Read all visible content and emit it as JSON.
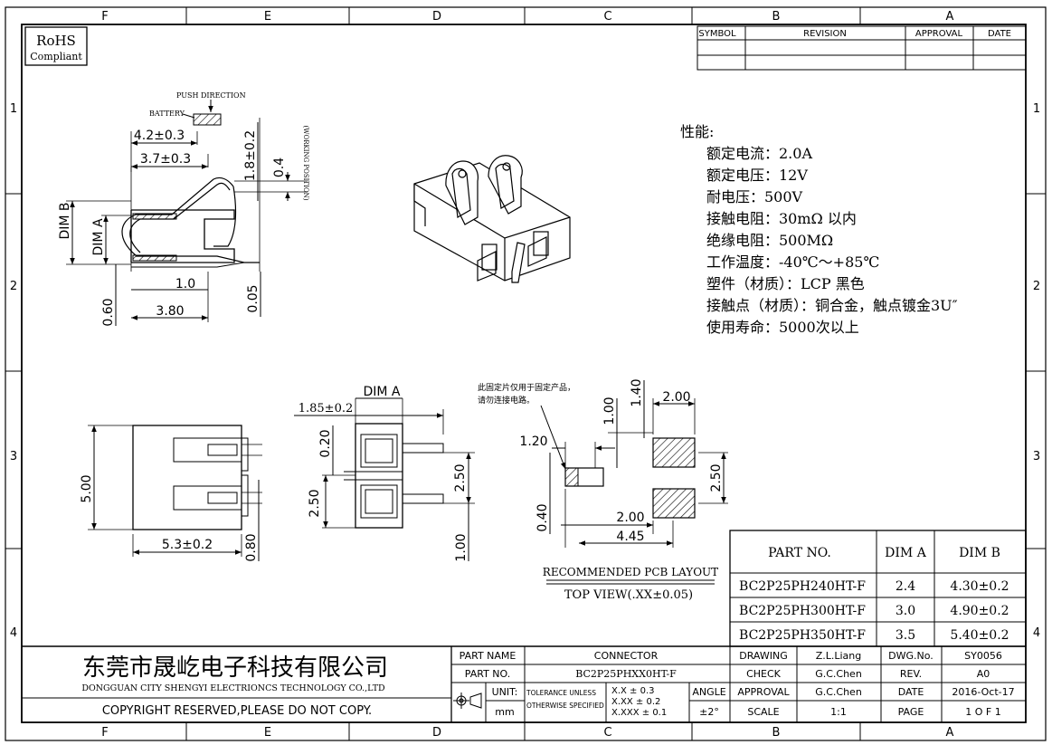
{
  "border": {
    "cols_top": [
      "F",
      "E",
      "D",
      "C",
      "B",
      "A"
    ],
    "cols_bottom": [
      "F",
      "E",
      "D",
      "C",
      "B",
      "A"
    ],
    "rows_left": [
      "1",
      "2",
      "3",
      "4"
    ],
    "rows_right": [
      "1",
      "2",
      "3",
      "4"
    ]
  },
  "rohs": {
    "line1": "RoHS",
    "line2": "Compliant"
  },
  "revision_header": {
    "symbol": "SYMBOL",
    "revision": "REVISION",
    "approval": "APPROVAL",
    "date": "DATE"
  },
  "side_view": {
    "push_direction": "PUSH DIRECTION",
    "battery": "BATTERY",
    "dim_42": "4.2±0.3",
    "dim_37": "3.7±0.3",
    "dim_18": "1.8±0.2",
    "dim_04": "0.4",
    "working_position": "(WORKING POSITION)",
    "dim_b": "DIM B",
    "dim_a": "DIM A",
    "dim_10": "1.0",
    "dim_060": "0.60",
    "dim_380": "3.80",
    "dim_005": "0.05"
  },
  "specs": {
    "title": "性能:",
    "items": [
      "额定电流：2.0A",
      "额定电压：12V",
      "耐电压：500V",
      "接触电阻：30mΩ 以内",
      "绝缘电阻：500MΩ",
      "工作温度：-40℃～+85℃",
      "塑件（材质）：LCP 黑色",
      "接触点（材质）：铜合金，触点镀金3U″",
      "使用寿命：5000次以上"
    ]
  },
  "front_view": {
    "dim_500": "5.00",
    "dim_53": "5.3±0.2",
    "dim_080": "0.80"
  },
  "top_view": {
    "dim_a": "DIM A",
    "dim_185": "1.85±0.2",
    "dim_020": "0.20",
    "dim_250a": "2.50",
    "dim_250b": "2.50",
    "dim_100": "1.00"
  },
  "pcb": {
    "note1": "此固定片仅用于固定产品，",
    "note2": "请勿连接电路。",
    "dim_140": "1.40",
    "dim_100": "1.00",
    "dim_200top": "2.00",
    "dim_120": "1.20",
    "dim_250": "2.50",
    "dim_040": "0.40",
    "dim_200": "2.00",
    "dim_445": "4.45",
    "layout_title": "RECOMMENDED PCB LAYOUT",
    "layout_subtitle": "TOP VIEW(.XX±0.05)"
  },
  "part_table": {
    "headers": [
      "PART NO.",
      "DIM A",
      "DIM B"
    ],
    "rows": [
      [
        "BC2P25PH240HT-F",
        "2.4",
        "4.30±0.2"
      ],
      [
        "BC2P25PH300HT-F",
        "3.0",
        "4.90±0.2"
      ],
      [
        "BC2P25PH350HT-F",
        "3.5",
        "5.40±0.2"
      ]
    ]
  },
  "title_block": {
    "company_cn": "东莞市晟屹电子科技有限公司",
    "company_en": "DONGGUAN CITY SHENGYI ELECTRIONCS TECHNOLOGY CO.,LTD",
    "copyright": "COPYRIGHT RESERVED,PLEASE DO NOT COPY.",
    "part_name_label": "PART NAME",
    "part_name": "CONNECTOR",
    "part_no_label": "PART NO.",
    "part_no": "BC2P25PHXX0HT-F",
    "unit_label": "UNIT:",
    "unit": "mm",
    "tol1": "TOLERANCE UNLESS",
    "tol2": "OTHERWISE SPECIFIED",
    "tol_xx1": "X.X ± 0.3",
    "tol_xx2": "X.XX ± 0.2",
    "tol_xx3": "X.XXX ± 0.1",
    "angle_label": "ANGLE",
    "angle": "±2°",
    "drawing_label": "DRAWING",
    "drawing": "Z.L.Liang",
    "check_label": "CHECK",
    "check": "G.C.Chen",
    "approval_label": "APPROVAL",
    "approval": "G.C.Chen",
    "scale_label": "SCALE",
    "scale": "1:1",
    "dwg_label": "DWG.No.",
    "dwg": "SY0056",
    "rev_label": "REV.",
    "rev": "A0",
    "date_label": "DATE",
    "date": "2016-Oct-17",
    "page_label": "PAGE",
    "page": "1 O F 1"
  }
}
